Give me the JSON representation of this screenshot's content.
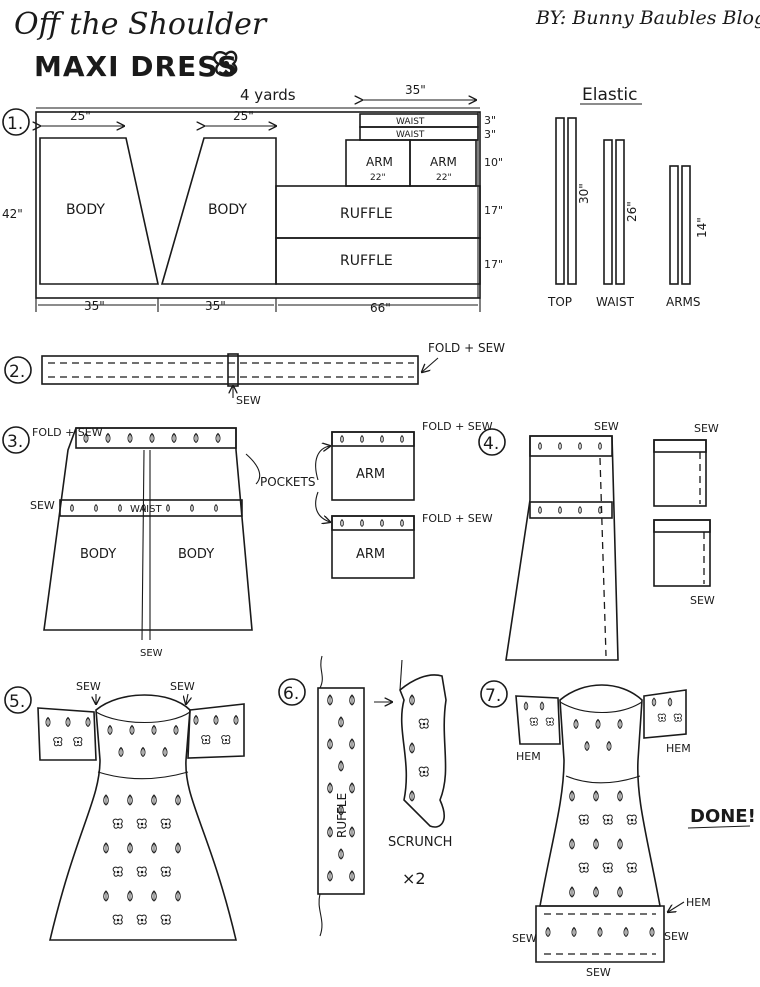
{
  "header": {
    "title_line1": "Off the Shoulder",
    "title_line2": "MAXI DRESS",
    "byline": "BY: Bunny Baubles Blog"
  },
  "step1": {
    "number": "1.",
    "yardage": "4 yards",
    "dim_top_body": "25\"",
    "dim_top_body2": "25\"",
    "dim_height": "42\"",
    "dim_bottom_body": "35\"",
    "dim_bottom_body2": "35\"",
    "dim_bottom_ruffle": "66\"",
    "dim_waist_width": "35\"",
    "dim_3a": "3\"",
    "dim_3b": "3\"",
    "dim_10": "10\"",
    "dim_17a": "17\"",
    "dim_17b": "17\"",
    "body_label": "BODY",
    "waist_label": "WAIST",
    "arm_label": "ARM",
    "arm_dim": "22\"",
    "ruffle_label": "RUFFLE"
  },
  "elastic": {
    "title": "Elastic",
    "top_len": "30\"",
    "waist_len": "26\"",
    "arms_len": "14\"",
    "top_label": "TOP",
    "waist_label": "WAIST",
    "arms_label": "ARMS"
  },
  "step2": {
    "number": "2.",
    "fold_sew": "FOLD + SEW",
    "sew": "SEW"
  },
  "step3": {
    "number": "3.",
    "fold_sew": "FOLD + SEW",
    "sew": "SEW",
    "waist_label": "WAIST",
    "body_label": "BODY",
    "pockets_label": "POCKETS",
    "arm_label": "ARM"
  },
  "step4": {
    "number": "4.",
    "sew": "SEW"
  },
  "step5": {
    "number": "5.",
    "sew": "SEW"
  },
  "step6": {
    "number": "6.",
    "ruffle_label": "RUFFLE",
    "scrunch": "SCRUNCH",
    "times": "×2"
  },
  "step7": {
    "number": "7.",
    "hem": "HEM",
    "sew": "SEW",
    "done": "DONE!"
  }
}
